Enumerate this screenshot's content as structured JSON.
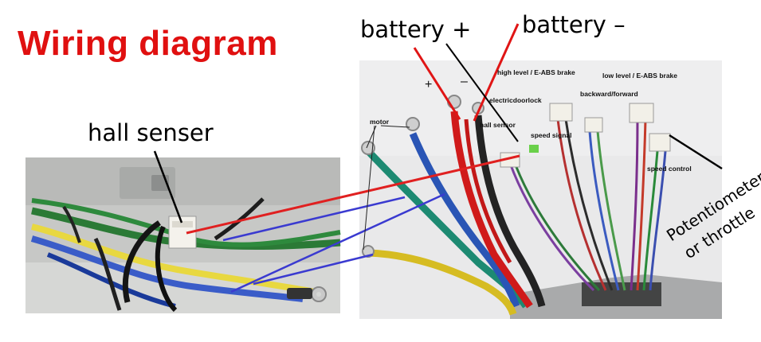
{
  "title": "Wiring diagram",
  "labels": {
    "hall_sensor_large": "hall senser",
    "battery_plus": "battery +",
    "battery_minus": "battery –",
    "potentiometer": "Potentiometer",
    "throttle": "or throttle"
  },
  "photo_labels": {
    "plus_sign": "+",
    "minus_sign": "–",
    "high_level": "high level / E-ABS brake",
    "low_level": "low level / E-ABS brake",
    "motor": "motor",
    "electric_door_lock": "electricdoorlock",
    "hall_sensor": "hall sensor",
    "speed_signal": "speed signal",
    "backward_forward": "backward/forward",
    "speed_control": "speed control"
  },
  "colors": {
    "title": "#e01010",
    "hall_link": "#e02020",
    "motor_link": "#3a3ad0",
    "battery_link": "#e01515",
    "pointer": "#000000"
  }
}
